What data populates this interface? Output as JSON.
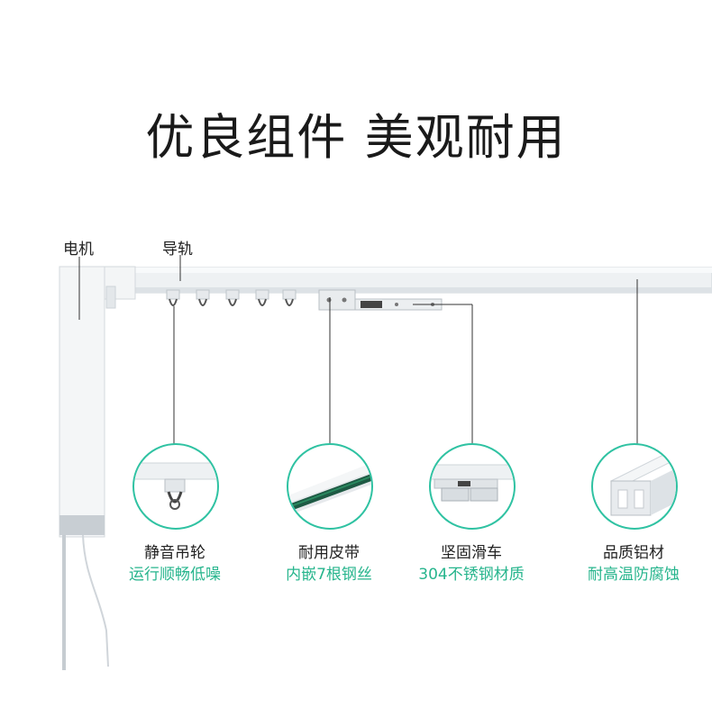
{
  "title": "优良组件 美观耐用",
  "labels": {
    "motor": "电机",
    "rail": "导轨"
  },
  "features": [
    {
      "title": "静音吊轮",
      "subtitle": "运行顺畅低噪",
      "icon": "hook-wheel-icon"
    },
    {
      "title": "耐用皮带",
      "subtitle": "内嵌7根钢丝",
      "icon": "belt-icon"
    },
    {
      "title": "坚固滑车",
      "subtitle": "304不锈钢材质",
      "icon": "carriage-icon"
    },
    {
      "title": "品质铝材",
      "subtitle": "耐高温防腐蚀",
      "icon": "aluminum-profile-icon"
    }
  ],
  "colors": {
    "accent": "#27b58d",
    "circle_border": "#2fc2a2",
    "rail": "#e8ecef"
  }
}
